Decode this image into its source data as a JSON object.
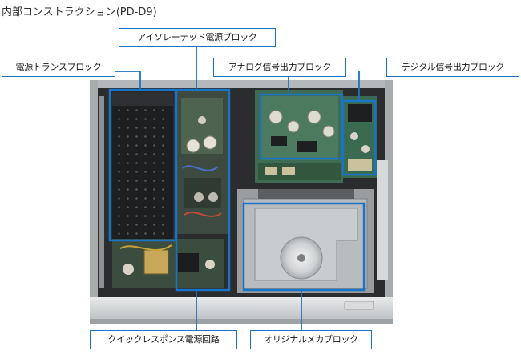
{
  "title": "内部コンストラクション(PD-D9)",
  "labels": {
    "isolated_power": "アイソレーテッド電源ブロック",
    "power_trans": "電源トランスブロック",
    "analog_out": "アナログ信号出力ブロック",
    "digital_out": "デジタル信号出力ブロック",
    "quick_response": "クイックレスポンス電源回路",
    "mecha_block": "オリジナルメカブロック"
  },
  "colors": {
    "callout_border": "#1a73c4",
    "chassis": "#2b2d2f",
    "pcb_green": "#3e6b4f",
    "frame_silver": "#c9cccf"
  }
}
